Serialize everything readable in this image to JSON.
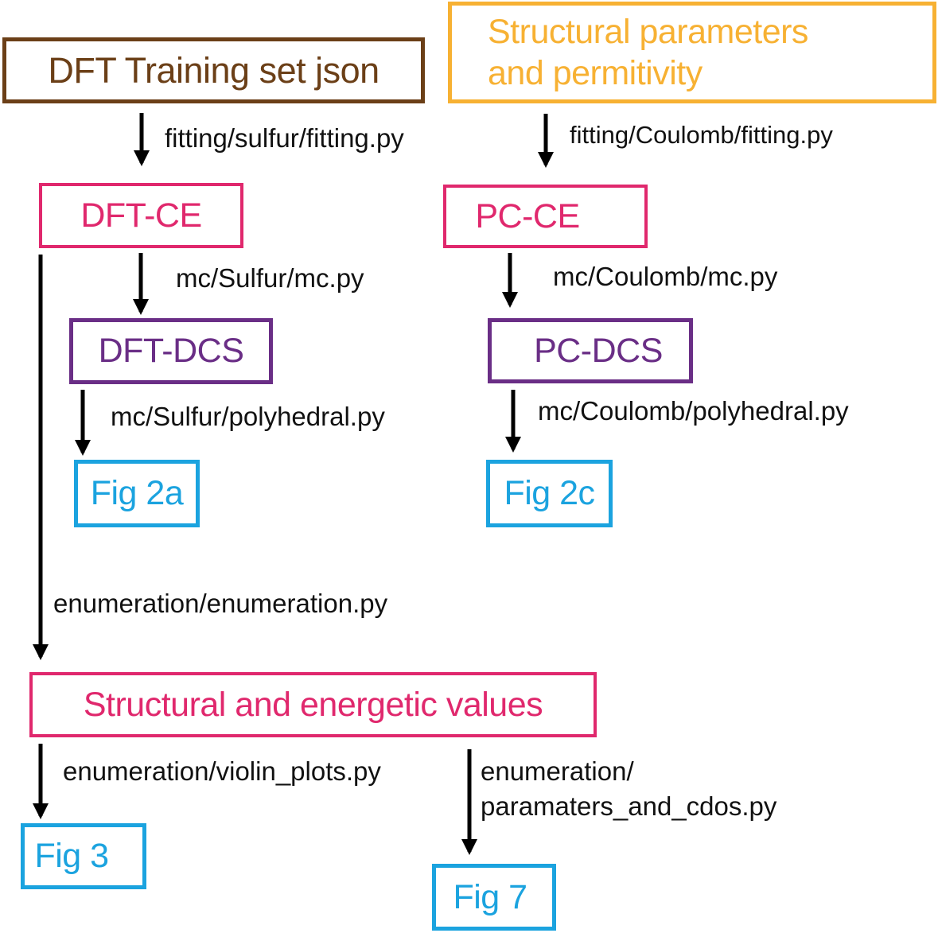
{
  "colors": {
    "brown": "#6b3f17",
    "orange": "#f7b133",
    "magenta": "#e0286d",
    "purple": "#6a2e86",
    "blue": "#1ba3df",
    "arrow": "#000000"
  },
  "nodes": {
    "dft_training_set": "DFT Training set json",
    "structural_parameters": "Structural parameters and permitivity",
    "dft_ce": "DFT-CE",
    "pc_ce": "PC-CE",
    "dft_dcs": "DFT-DCS",
    "pc_dcs": "PC-DCS",
    "fig_2a": "Fig 2a",
    "fig_2c": "Fig 2c",
    "structural_energetic": "Structural and energetic values",
    "fig_3": "Fig 3",
    "fig_7": "Fig 7"
  },
  "edges": {
    "sulfur_fitting": "fitting/sulfur/fitting.py",
    "coulomb_fitting": "fitting/Coulomb/fitting.py",
    "sulfur_mc": "mc/Sulfur/mc.py",
    "coulomb_mc": "mc/Coulomb/mc.py",
    "sulfur_polyhedral": "mc/Sulfur/polyhedral.py",
    "coulomb_polyhedral": "mc/Coulomb/polyhedral.py",
    "enumeration": "enumeration/enumeration.py",
    "violin_plots": "enumeration/violin_plots.py",
    "params_cdos_line1": "enumeration/",
    "params_cdos_line2": "paramaters_and_cdos.py"
  }
}
